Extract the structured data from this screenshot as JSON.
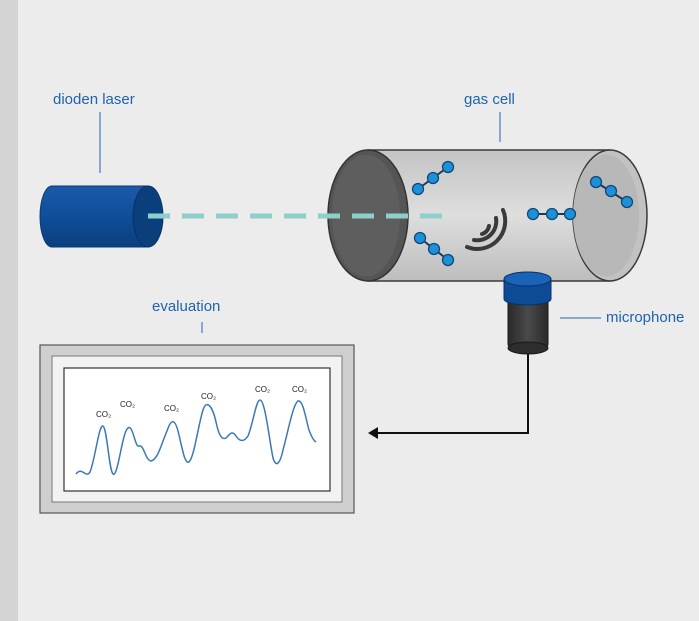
{
  "labels": {
    "laser": "dioden laser",
    "gas_cell": "gas cell",
    "evaluation": "evaluation",
    "microphone": "microphone"
  },
  "screen": {
    "peak_label": "CO₂"
  },
  "colors": {
    "background": "#ececec",
    "label_blue": "#1f63ad",
    "laser_blue": "#0d4c95",
    "beam": "#8fcfca",
    "molecule": "#1e90d8",
    "signal": "#3a78b8"
  }
}
